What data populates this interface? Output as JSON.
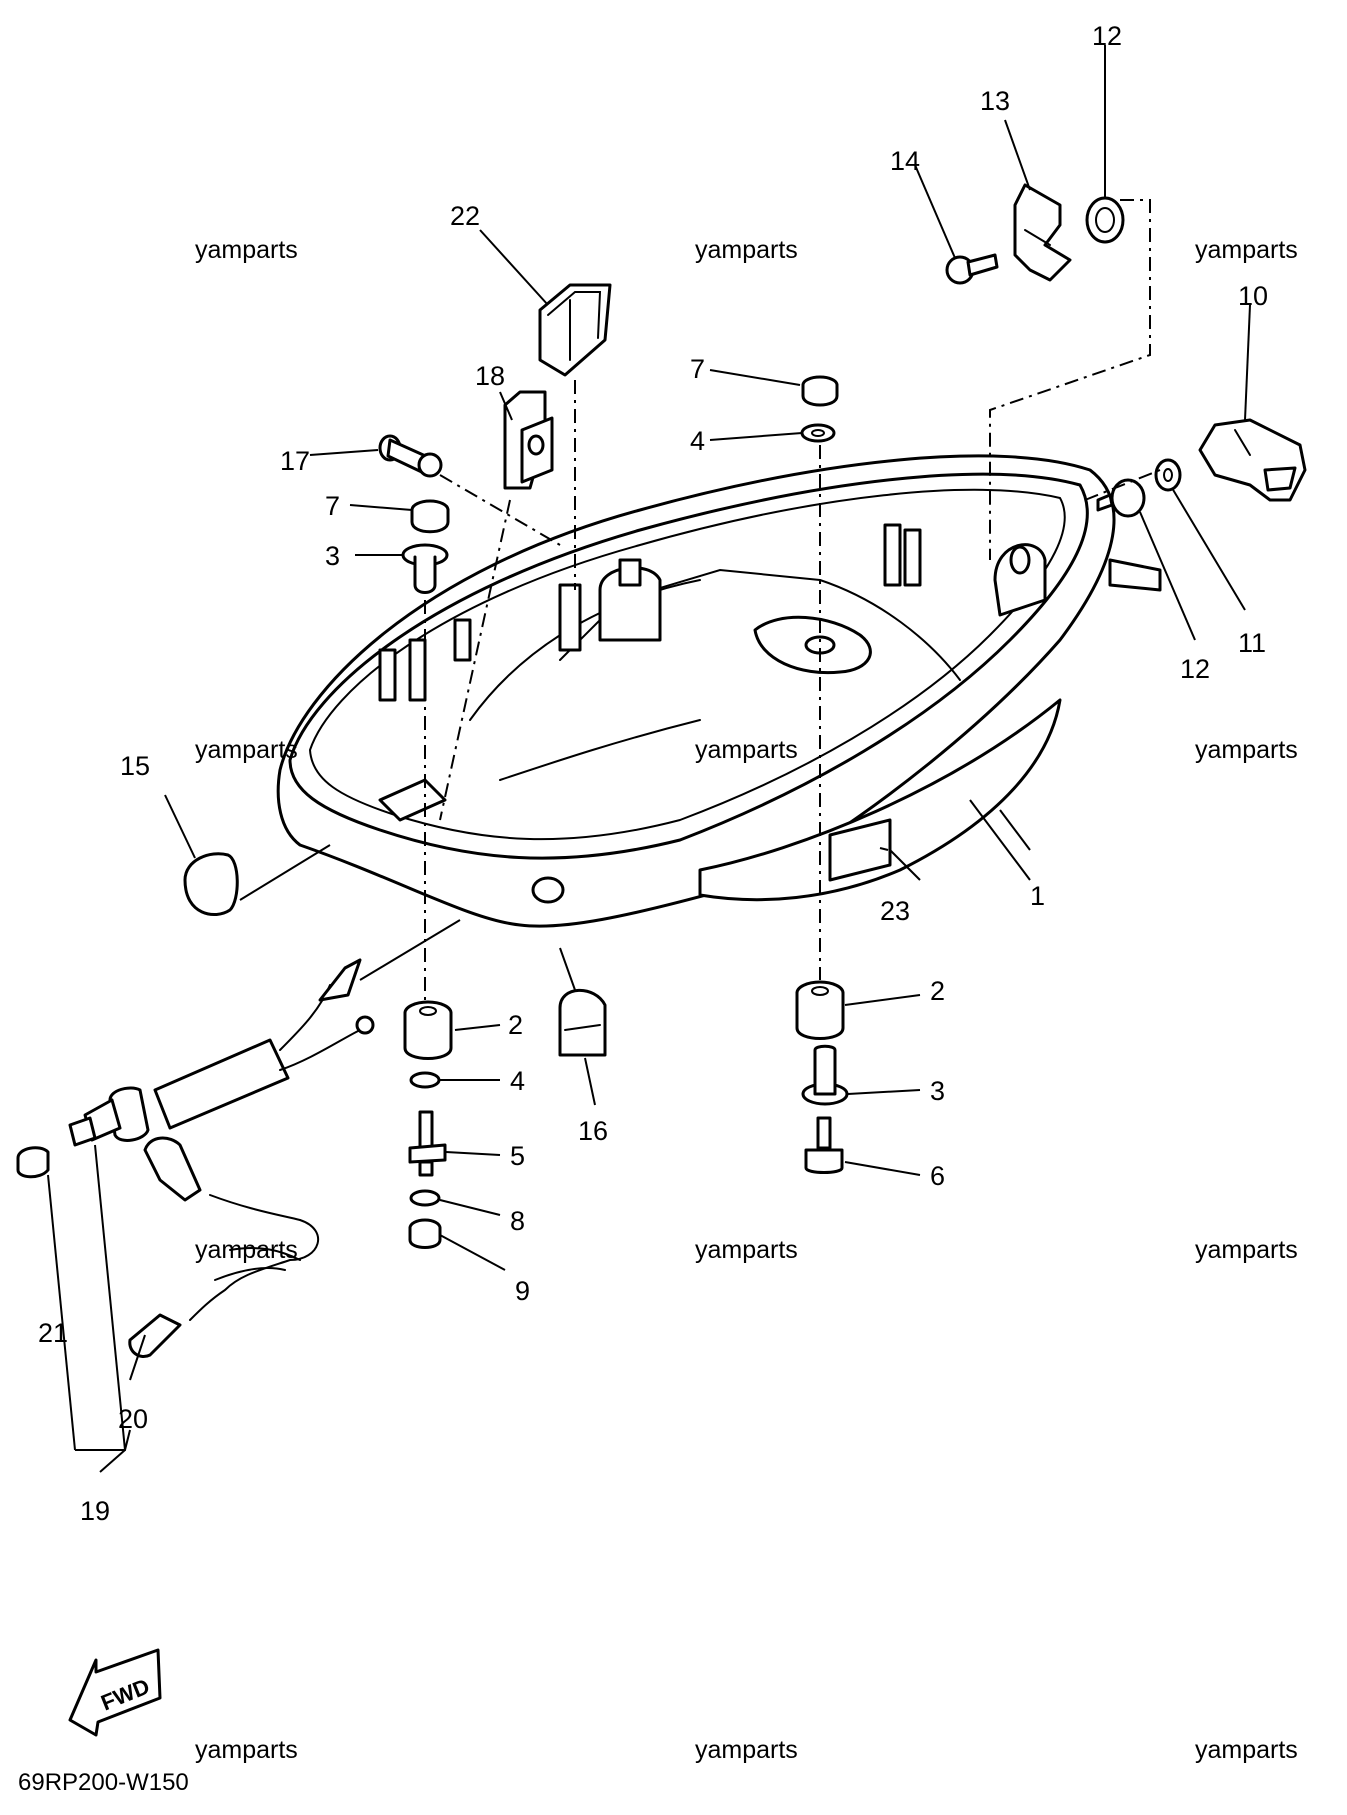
{
  "callouts": [
    {
      "id": "c12a",
      "label": "12"
    },
    {
      "id": "c13",
      "label": "13"
    },
    {
      "id": "c14",
      "label": "14"
    },
    {
      "id": "c22",
      "label": "22"
    },
    {
      "id": "c10",
      "label": "10"
    },
    {
      "id": "c7a",
      "label": "7"
    },
    {
      "id": "c18",
      "label": "18"
    },
    {
      "id": "c4a",
      "label": "4"
    },
    {
      "id": "c17",
      "label": "17"
    },
    {
      "id": "c7b",
      "label": "7"
    },
    {
      "id": "c3a",
      "label": "3"
    },
    {
      "id": "c11",
      "label": "11"
    },
    {
      "id": "c12b",
      "label": "12"
    },
    {
      "id": "c15",
      "label": "15"
    },
    {
      "id": "c1",
      "label": "1"
    },
    {
      "id": "c23",
      "label": "23"
    },
    {
      "id": "c2a",
      "label": "2"
    },
    {
      "id": "c2b",
      "label": "2"
    },
    {
      "id": "c4b",
      "label": "4"
    },
    {
      "id": "c3b",
      "label": "3"
    },
    {
      "id": "c16",
      "label": "16"
    },
    {
      "id": "c5",
      "label": "5"
    },
    {
      "id": "c6",
      "label": "6"
    },
    {
      "id": "c8",
      "label": "8"
    },
    {
      "id": "c9",
      "label": "9"
    },
    {
      "id": "c21",
      "label": "21"
    },
    {
      "id": "c20",
      "label": "20"
    },
    {
      "id": "c19",
      "label": "19"
    }
  ],
  "watermarks": [
    "yamparts",
    "yamparts",
    "yamparts",
    "yamparts",
    "yamparts",
    "yamparts",
    "yamparts",
    "yamparts",
    "yamparts",
    "yamparts",
    "yamparts",
    "yamparts"
  ],
  "fwd_label": "FWD",
  "diagram_code": "69RP200-W150"
}
